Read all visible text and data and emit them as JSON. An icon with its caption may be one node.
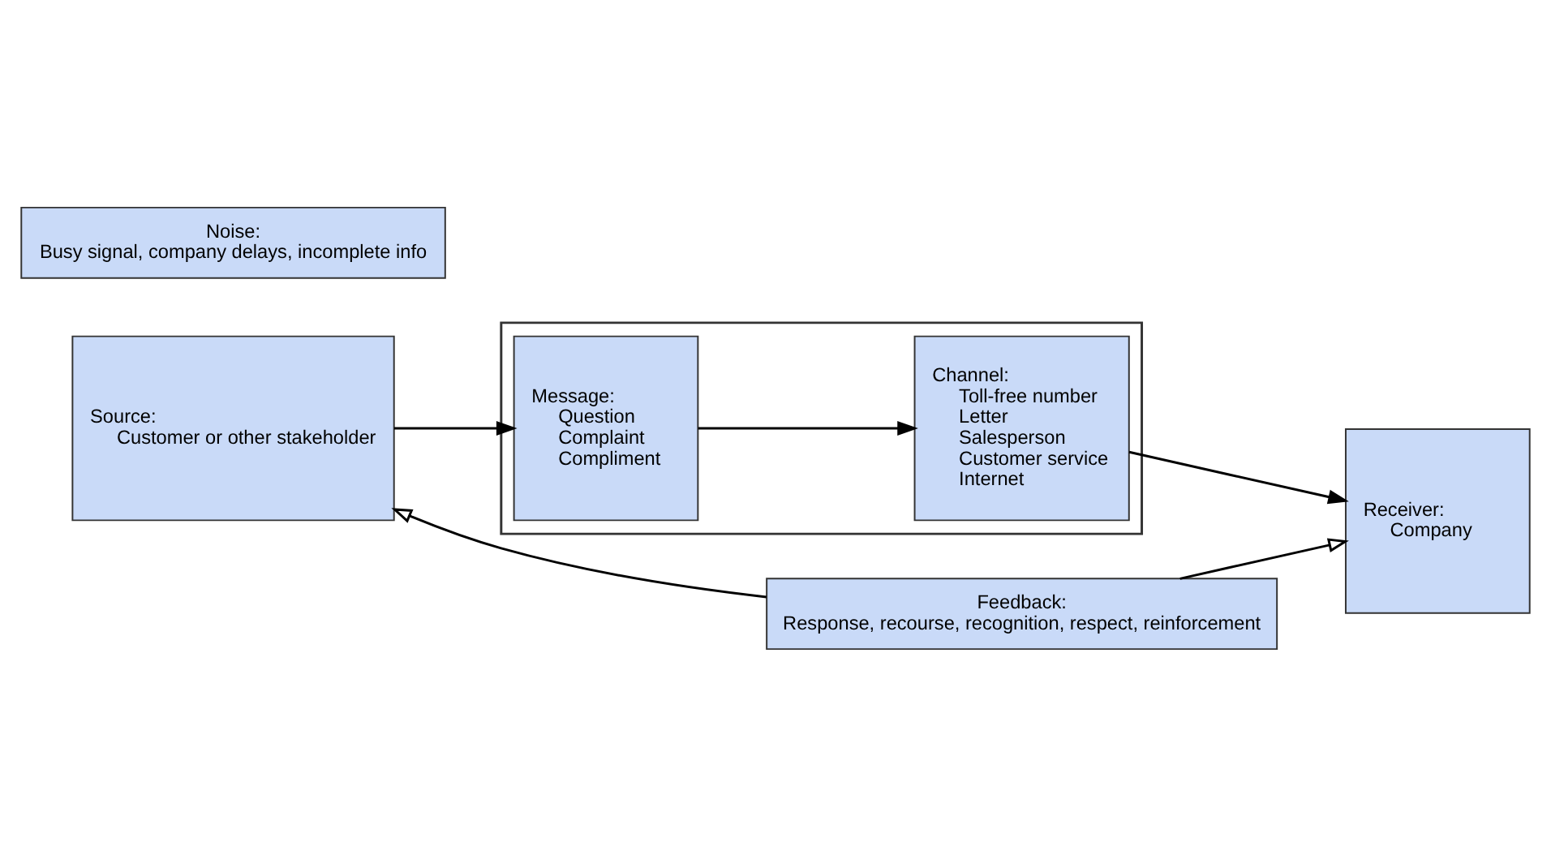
{
  "diagram": {
    "nodes": [
      {
        "text": [
          "Source:",
          "Customer or other stakeholder"
        ]
      },
      {
        "text": [
          "Noise:",
          "Busy signal, company delays, incomplete info"
        ]
      },
      {
        "text": [],
        "shape": "box"
      },
      {
        "text": [
          "Message:",
          "Question",
          "Complaint",
          "Compliment"
        ],
        "in": 2
      },
      {
        "text": [
          "Channel:",
          "Toll-free number",
          "Letter",
          "Salesperson",
          "Customer service",
          "Internet"
        ],
        "in": 2
      },
      {
        "text": [
          "Receiver:",
          "Company"
        ]
      },
      {
        "text": [
          "Feedback:",
          "Response, recourse, recognition, respect, reinforcement"
        ]
      }
    ],
    "edges": [
      {
        "from": 0,
        "to": 3,
        "arrow": "to"
      },
      {
        "from": 3,
        "to": 4,
        "arrow": "to"
      },
      {
        "from": 4,
        "to": 5,
        "arrow": "to"
      },
      {
        "from": 6,
        "to": 0,
        "arrow": "to"
      },
      {
        "from": 6,
        "to": 5,
        "arrow": "to"
      }
    ]
  }
}
